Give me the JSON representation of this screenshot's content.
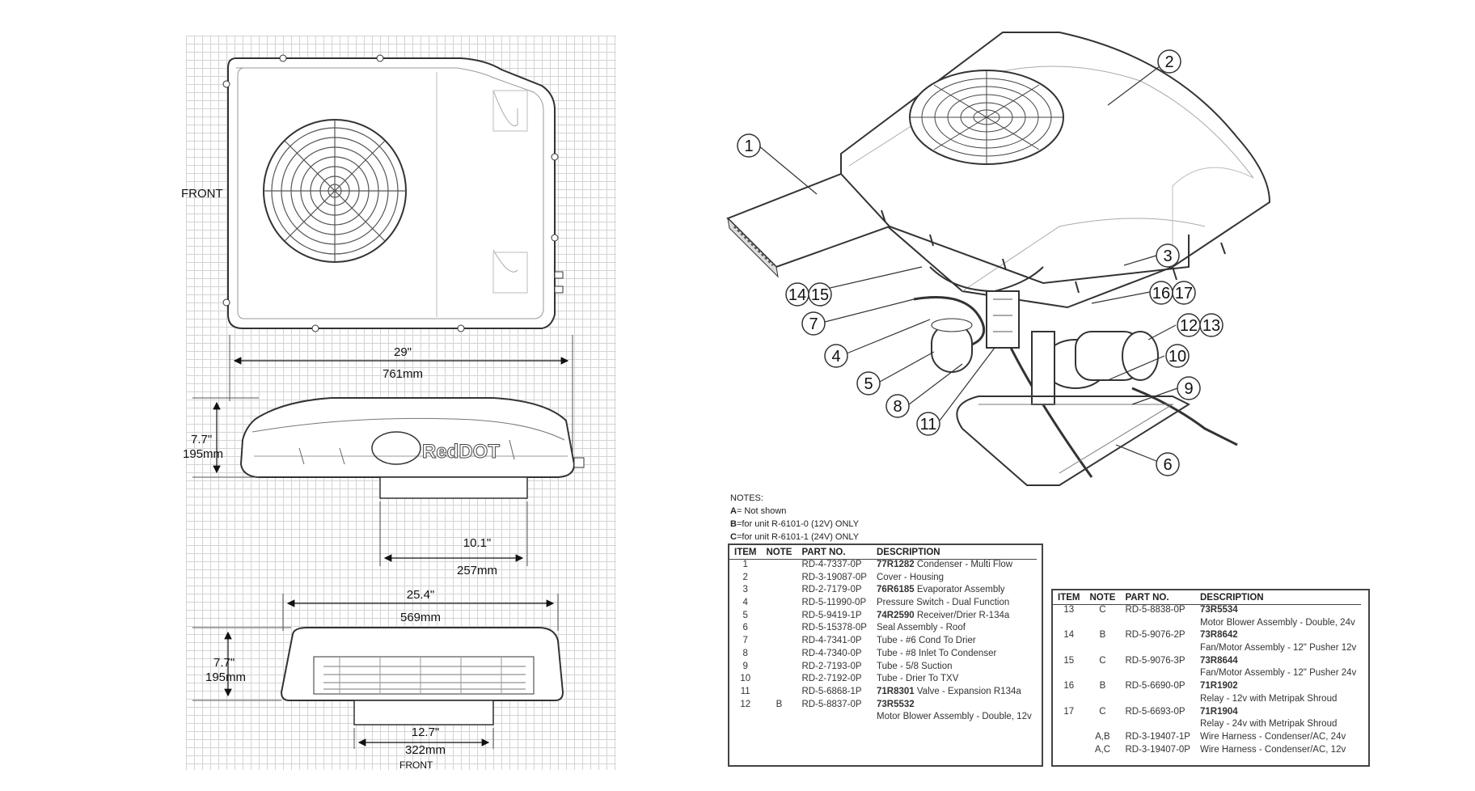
{
  "drawing": {
    "front_top": "FRONT",
    "front_bottom": "FRONT",
    "logo_text": "RedDOT",
    "dim_29": "29\"",
    "dim_761": "761mm",
    "dim_77a": "7.7\"",
    "dim_195a": "195mm",
    "dim_101": "10.1\"",
    "dim_257": "257mm",
    "dim_254": "25.4\"",
    "dim_569": "569mm",
    "dim_77b": "7.7\"",
    "dim_195b": "195mm",
    "dim_127": "12.7\"",
    "dim_322": "322mm"
  },
  "callouts": [
    "1",
    "2",
    "3",
    "14",
    "15",
    "7",
    "4",
    "5",
    "8",
    "11",
    "16",
    "17",
    "12",
    "13",
    "10",
    "9",
    "6"
  ],
  "notes": {
    "title": "NOTES:",
    "a_key": "A",
    "a_text": "= Not shown",
    "b_key": "B",
    "b_text": "=for unit R-6101-0 (12V) ONLY",
    "c_key": "C",
    "c_text": "=for unit R-6101-1 (24V) ONLY"
  },
  "table1": {
    "headers": [
      "ITEM",
      "NOTE",
      "PART NO.",
      "DESCRIPTION"
    ],
    "rows": [
      {
        "item": "1",
        "note": "",
        "part": "RD-4-7337-0P",
        "code": "77R1282",
        "desc": " Condenser - Multi Flow"
      },
      {
        "item": "2",
        "note": "",
        "part": "RD-3-19087-0P",
        "code": "",
        "desc": "Cover - Housing"
      },
      {
        "item": "3",
        "note": "",
        "part": "RD-2-7179-0P",
        "code": "76R6185",
        "desc": " Evaporator Assembly"
      },
      {
        "item": "4",
        "note": "",
        "part": "RD-5-11990-0P",
        "code": "",
        "desc": "Pressure Switch - Dual Function"
      },
      {
        "item": "5",
        "note": "",
        "part": "RD-5-9419-1P",
        "code": "74R2590",
        "desc": " Receiver/Drier R-134a"
      },
      {
        "item": "6",
        "note": "",
        "part": "RD-5-15378-0P",
        "code": "",
        "desc": "Seal Assembly - Roof"
      },
      {
        "item": "7",
        "note": "",
        "part": "RD-4-7341-0P",
        "code": "",
        "desc": "Tube - #6 Cond To Drier"
      },
      {
        "item": "8",
        "note": "",
        "part": "RD-4-7340-0P",
        "code": "",
        "desc": "Tube - #8 Inlet To Condenser"
      },
      {
        "item": "9",
        "note": "",
        "part": "RD-2-7193-0P",
        "code": "",
        "desc": "Tube - 5/8 Suction"
      },
      {
        "item": "10",
        "note": "",
        "part": "RD-2-7192-0P",
        "code": "",
        "desc": "Tube - Drier To TXV"
      },
      {
        "item": "11",
        "note": "",
        "part": "RD-5-6868-1P",
        "code": "71R8301",
        "desc": " Valve - Expansion R134a"
      },
      {
        "item": "12",
        "note": "B",
        "part": "RD-5-8837-0P",
        "code": "73R5532",
        "desc": ""
      },
      {
        "item": "",
        "note": "",
        "part": "",
        "code": "",
        "desc": "Motor Blower Assembly - Double, 12v"
      }
    ]
  },
  "table2": {
    "headers": [
      "ITEM",
      "NOTE",
      "PART NO.",
      "DESCRIPTION"
    ],
    "rows": [
      {
        "item": "13",
        "note": "C",
        "part": "RD-5-8838-0P",
        "code": "73R5534",
        "desc": ""
      },
      {
        "item": "",
        "note": "",
        "part": "",
        "code": "",
        "desc": "Motor Blower Assembly - Double, 24v"
      },
      {
        "item": "14",
        "note": "B",
        "part": "RD-5-9076-2P",
        "code": "73R8642",
        "desc": ""
      },
      {
        "item": "",
        "note": "",
        "part": "",
        "code": "",
        "desc": "Fan/Motor Assembly - 12\" Pusher 12v"
      },
      {
        "item": "15",
        "note": "C",
        "part": "RD-5-9076-3P",
        "code": "73R8644",
        "desc": ""
      },
      {
        "item": "",
        "note": "",
        "part": "",
        "code": "",
        "desc": "Fan/Motor Assembly - 12\" Pusher 24v"
      },
      {
        "item": "16",
        "note": "B",
        "part": "RD-5-6690-0P",
        "code": "71R1902",
        "desc": ""
      },
      {
        "item": "",
        "note": "",
        "part": "",
        "code": "",
        "desc": "Relay - 12v with Metripak Shroud"
      },
      {
        "item": "17",
        "note": "C",
        "part": "RD-5-6693-0P",
        "code": "71R1904",
        "desc": ""
      },
      {
        "item": "",
        "note": "",
        "part": "",
        "code": "",
        "desc": "Relay - 24v with Metripak Shroud"
      },
      {
        "item": "",
        "note": "A,B",
        "part": "RD-3-19407-1P",
        "code": "",
        "desc": "Wire Harness - Condenser/AC, 24v"
      },
      {
        "item": "",
        "note": "A,C",
        "part": "RD-3-19407-0P",
        "code": "",
        "desc": "Wire Harness - Condenser/AC, 12v"
      }
    ]
  }
}
